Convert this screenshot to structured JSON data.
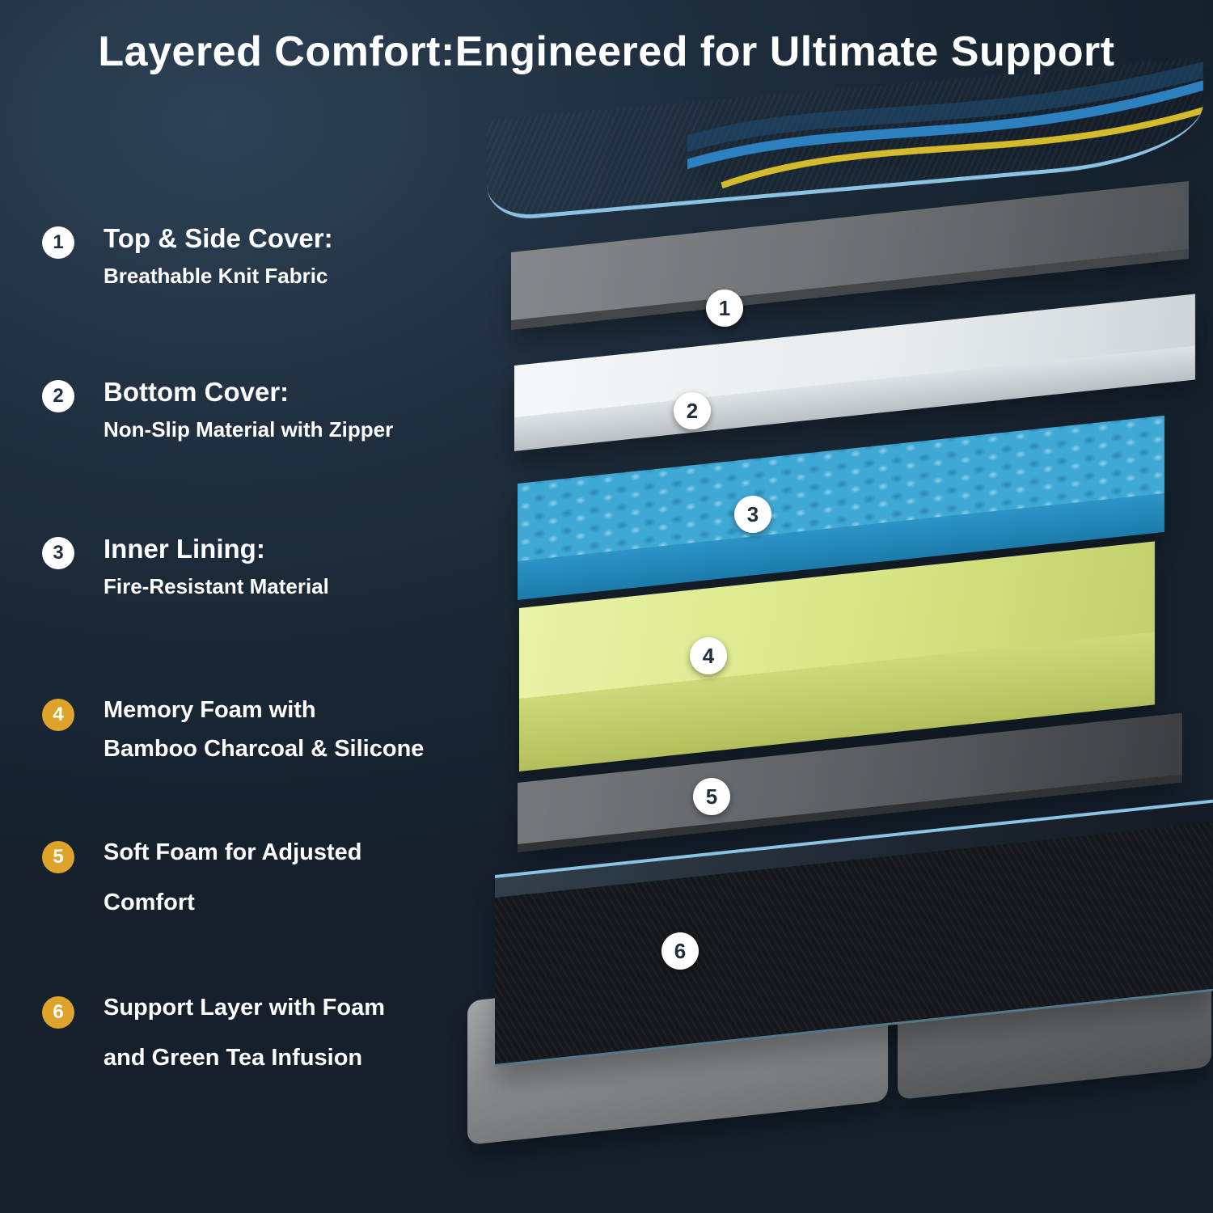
{
  "page": {
    "title": "Layered Comfort:Engineered for Ultimate Support"
  },
  "legend": {
    "items": [
      {
        "number": "1",
        "line1": "Top & Side Cover:",
        "line2": "Breathable Knit Fabric"
      },
      {
        "number": "2",
        "line1": "Bottom Cover:",
        "line2": "Non-Slip Material with Zipper"
      },
      {
        "number": "3",
        "line1": "Inner Lining:",
        "line2": "Fire-Resistant Material"
      },
      {
        "number": "4",
        "line1": "Memory Foam with",
        "line2": "Bamboo Charcoal & Silicone"
      },
      {
        "number": "5",
        "line1": "Soft Foam for Adjusted",
        "line2": "Comfort"
      },
      {
        "number": "6",
        "line1": "Support Layer with Foam",
        "line2": "and Green Tea Infusion"
      }
    ]
  },
  "diagram": {
    "badges": [
      "1",
      "2",
      "3",
      "4",
      "5",
      "6"
    ],
    "layers": [
      {
        "name": "quilted-cover-top"
      },
      {
        "name": "top-side-cover",
        "badge": "1"
      },
      {
        "name": "bottom-cover",
        "badge": "2"
      },
      {
        "name": "inner-lining",
        "badge": "3"
      },
      {
        "name": "memory-foam",
        "badge": "4"
      },
      {
        "name": "soft-foam",
        "badge": "5"
      },
      {
        "name": "support-layer",
        "badge": "6"
      },
      {
        "name": "foundation-base"
      }
    ]
  },
  "colors": {
    "background": "#1e2d3c",
    "accent_gold": "#dda32b",
    "text": "#ffffff",
    "layer_gray": "#6b6f72",
    "layer_white": "#eef1f3",
    "layer_blue": "#3fa9d5",
    "layer_yellow": "#d8e584",
    "layer_black": "#15181c",
    "base_gray": "#8a8d90",
    "trim_blue": "#8cc2e2",
    "wave_blue": "#2f86c8",
    "wave_yellow": "#dec32c"
  }
}
